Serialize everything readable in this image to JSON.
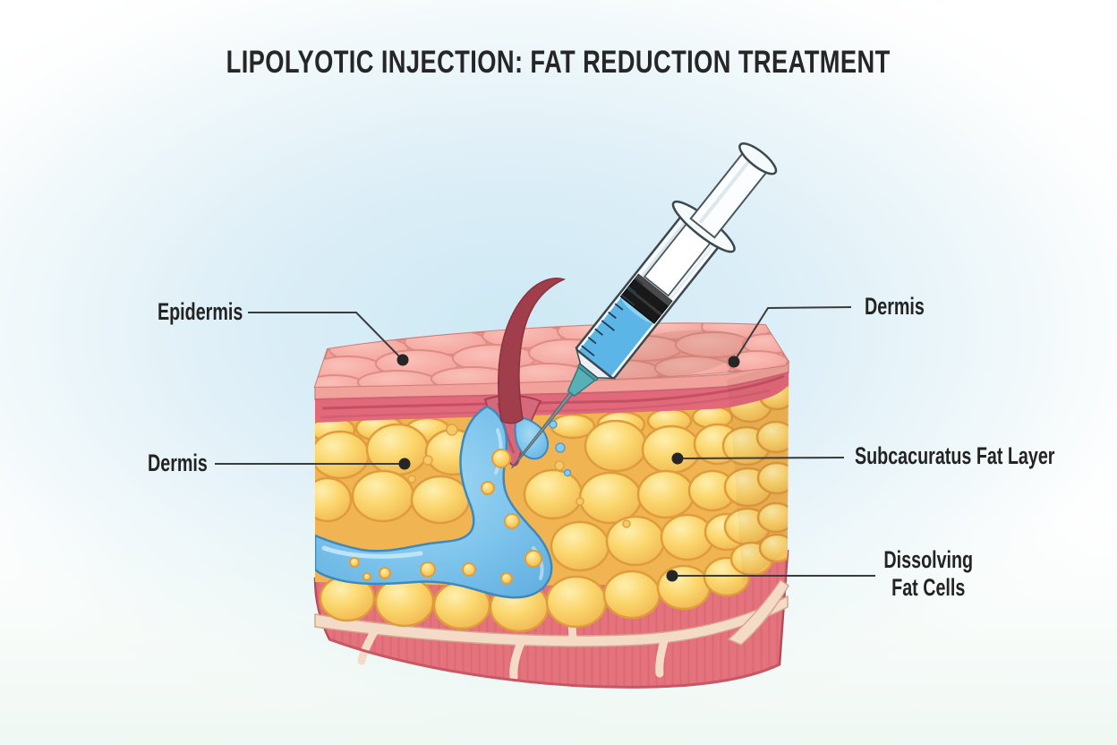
{
  "title": "LIPOLYOTIC INJECTION: FAT REDUCTION TREATMENT",
  "annotations": {
    "epidermis": "Epidermis",
    "dermis_right": "Dermis",
    "dermis_left": "Dermis",
    "fat_layer": "Subcacuratus Fat Layer",
    "dissolving_line1": "Dissolving",
    "dissolving_line2": "Fat Cells"
  },
  "illustration": {
    "subject": "Skin cross-section block receiving a lipolytic fat-dissolving injection from a syringe",
    "parts": [
      "epidermis-surface",
      "dermis-band",
      "subcutaneous-fat-cells",
      "injected-solution-channel",
      "hair-with-follicle",
      "muscle-layer-with-fascia",
      "syringe-with-needle"
    ],
    "colors": {
      "background_tint": "#cde9f4",
      "epidermis_pink": "#f5aaa2",
      "dermis_rose": "#e2697a",
      "fat_yellow": "#fbd66d",
      "fat_outline": "#e09c3b",
      "solution_blue": "#7cc3ec",
      "solution_outline": "#3f88ba",
      "muscle_red": "#e5737e",
      "fascia_cream": "#f3dbc8",
      "syringe_hub_teal": "#58b0b6",
      "syringe_outline": "#3d484e",
      "label_text": "#232323",
      "leader_line": "#3b3b3b"
    }
  }
}
